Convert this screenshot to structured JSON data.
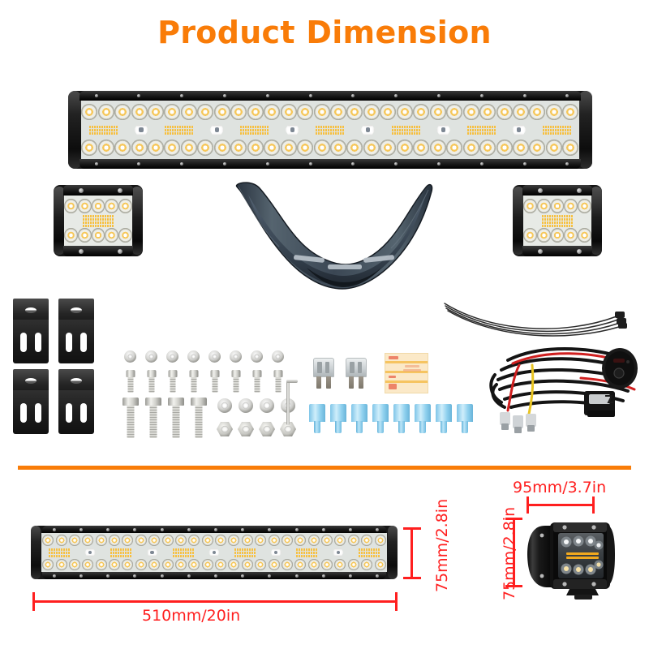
{
  "title": "Product Dimension",
  "theme": {
    "accent_orange": "#f97c08",
    "dimension_red": "#ff1f1f",
    "background": "#ffffff",
    "housing_black": "#171717",
    "led_amber": "#f7bf3c",
    "cover_charcoal": "#3b4653"
  },
  "sections": {
    "top": {
      "name": "kit-contents",
      "items": [
        {
          "id": "light-bar-20in",
          "label": "20 inch triple row LED light bar"
        },
        {
          "id": "pod-light-left",
          "label": "4 inch LED pod light"
        },
        {
          "id": "pod-light-right",
          "label": "4 inch LED pod light"
        },
        {
          "id": "bumper-cover",
          "label": "Front bumper cover bracket"
        },
        {
          "id": "mounting-brackets",
          "label": "Mounting brackets",
          "count": 4
        },
        {
          "id": "washers-small",
          "label": "Flat washers",
          "count": 8
        },
        {
          "id": "screws-short",
          "label": "Short hex screws",
          "count": 8
        },
        {
          "id": "bolts-long",
          "label": "Long hex bolts",
          "count": 4
        },
        {
          "id": "washers-large",
          "label": "Large washers",
          "count": 4
        },
        {
          "id": "nuts",
          "label": "Hex nuts",
          "count": 4
        },
        {
          "id": "hex-key",
          "label": "Allen hex key",
          "count": 1
        },
        {
          "id": "fuses",
          "label": "Blade fuses",
          "count": 2
        },
        {
          "id": "warning-label",
          "label": "Instruction label card",
          "count": 1
        },
        {
          "id": "spade-connectors",
          "label": "Insulated spade connectors",
          "count": 8
        },
        {
          "id": "cable-ties",
          "label": "Cable zip ties",
          "count": 5
        },
        {
          "id": "wiring-harness",
          "label": "Wiring harness with relay and switch",
          "count": 1
        }
      ]
    },
    "bottom": {
      "name": "dimension-diagrams",
      "light_bar": {
        "name": "light-bar-dimensions",
        "width_label": "510mm/20in",
        "height_label": "75mm/2.8in"
      },
      "pod_light": {
        "name": "pod-light-dimensions",
        "width_label": "95mm/3.7in",
        "height_label": "75mm/2.8in"
      }
    }
  },
  "icons": {
    "divider": "horizontal-rule"
  }
}
